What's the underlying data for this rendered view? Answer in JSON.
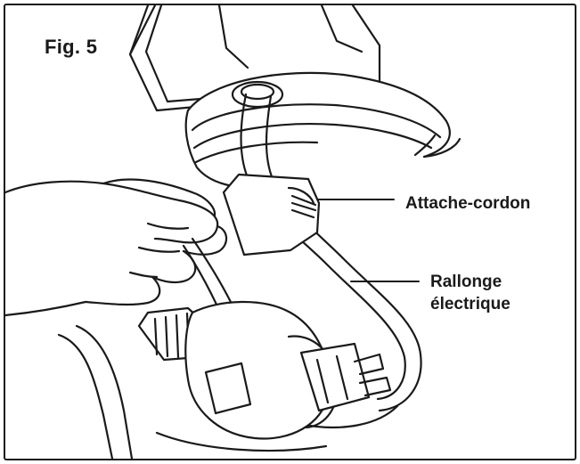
{
  "figure": {
    "label": "Fig. 5"
  },
  "callouts": {
    "cord_clip": "Attache-cordon",
    "extension_line1": "Rallonge",
    "extension_line2": "électrique"
  },
  "colors": {
    "line": "#1a1a1a",
    "fill": "#ffffff",
    "border": "#1a1a1a"
  }
}
